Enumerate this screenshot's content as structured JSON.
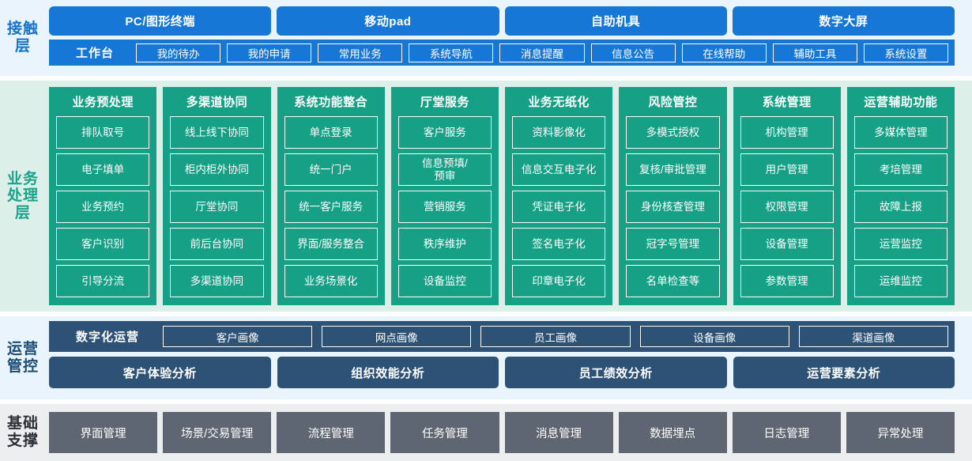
{
  "layers": {
    "contact": {
      "label": "接触层",
      "channels": [
        "PC/图形终端",
        "移动pad",
        "自助机具",
        "数字大屏"
      ],
      "workbench_title": "工作台",
      "workbench_items": [
        "我的待办",
        "我的申请",
        "常用业务",
        "系统导航",
        "消息提醒",
        "信息公告",
        "在线帮助",
        "辅助工具",
        "系统设置"
      ]
    },
    "business": {
      "label": "业务处理层",
      "columns": [
        {
          "title": "业务预处理",
          "items": [
            "排队取号",
            "电子填单",
            "业务预约",
            "客户识别",
            "引导分流"
          ]
        },
        {
          "title": "多渠道协同",
          "items": [
            "线上线下协同",
            "柜内柜外协同",
            "厅堂协同",
            "前后台协同",
            "多渠道协同"
          ]
        },
        {
          "title": "系统功能整合",
          "items": [
            "单点登录",
            "统一门户",
            "统一客户服务",
            "界面/服务整合",
            "业务场景化"
          ]
        },
        {
          "title": "厅堂服务",
          "items": [
            "客户服务",
            "信息预填/\n预审",
            "营销服务",
            "秩序维护",
            "设备监控"
          ]
        },
        {
          "title": "业务无纸化",
          "items": [
            "资料影像化",
            "信息交互电子化",
            "凭证电子化",
            "签名电子化",
            "印章电子化"
          ]
        },
        {
          "title": "风险管控",
          "items": [
            "多模式授权",
            "复核/审批管理",
            "身份核查管理",
            "冠字号管理",
            "名单检查等"
          ]
        },
        {
          "title": "系统管理",
          "items": [
            "机构管理",
            "用户管理",
            "权限管理",
            "设备管理",
            "参数管理"
          ]
        },
        {
          "title": "运营辅助功能",
          "items": [
            "多媒体管理",
            "考培管理",
            "故障上报",
            "运营监控",
            "运维监控"
          ]
        }
      ]
    },
    "ops": {
      "label": "运营管控",
      "digital_title": "数字化运营",
      "portraits": [
        "客户画像",
        "网点画像",
        "员工画像",
        "设备画像",
        "渠道画像"
      ],
      "analyses": [
        "客户体验分析",
        "组织效能分析",
        "员工绩效分析",
        "运营要素分析"
      ]
    },
    "base": {
      "label": "基础支撑",
      "items": [
        "界面管理",
        "场景/交易管理",
        "流程管理",
        "任务管理",
        "消息管理",
        "数据埋点",
        "日志管理",
        "异常处理"
      ]
    }
  },
  "colors": {
    "contact_bg": "#eaf4fd",
    "contact_accent": "#1677d6",
    "business_bg": "#dcefe9",
    "business_accent": "#16a086",
    "ops_bg": "#eaf4fd",
    "ops_accent": "#2e5276",
    "base_bg": "#eceef0",
    "base_accent": "#5e6672"
  }
}
